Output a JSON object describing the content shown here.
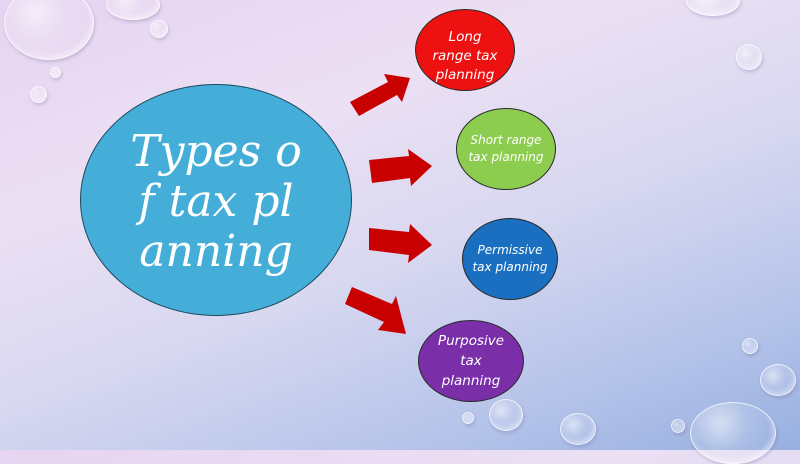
{
  "diagram": {
    "center": {
      "label": "Types of tax planning",
      "color": "#45aed8"
    },
    "branches": [
      {
        "label": "Long range tax planning",
        "color": "#ee1111"
      },
      {
        "label": "Short range tax planning",
        "color": "#8ccc4e"
      },
      {
        "label": "Permissive tax planning",
        "color": "#1a6fc0"
      },
      {
        "label": "Purposive tax planning",
        "color": "#7a2fa8"
      }
    ],
    "arrow_color": "#c80000"
  }
}
